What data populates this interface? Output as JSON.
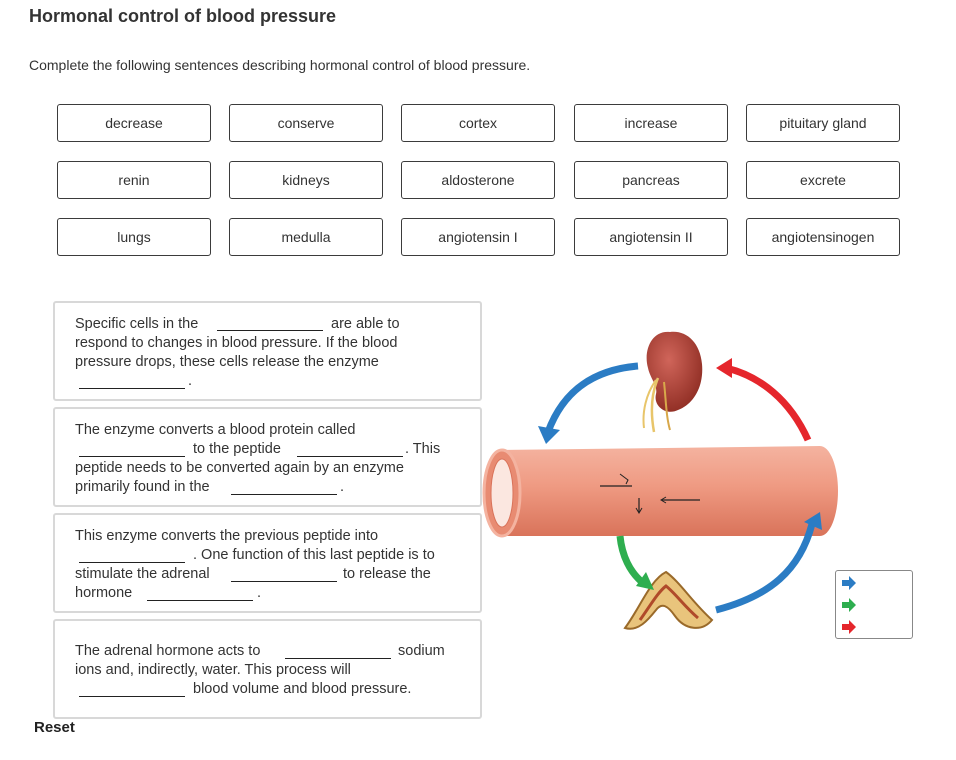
{
  "title": "Hormonal control of blood pressure",
  "instruction": "Complete the following sentences describing hormonal control of blood pressure.",
  "word_bank": [
    "decrease",
    "conserve",
    "cortex",
    "increase",
    "pituitary gland",
    "renin",
    "kidneys",
    "aldosterone",
    "pancreas",
    "excrete",
    "lungs",
    "medulla",
    "angiotensin I",
    "angiotensin II",
    "angiotensinogen"
  ],
  "cards": {
    "c1": {
      "l1a": "Specific cells in the",
      "l1b": "are able to",
      "l2": "respond to changes in blood pressure. If the blood",
      "l3": "pressure drops, these cells release the enzyme",
      "l4": "."
    },
    "c2": {
      "l1": "The enzyme converts a blood protein called",
      "l2a": "to the peptide",
      "l2b": ". This",
      "l3": "peptide needs to be converted again by an enzyme",
      "l4a": "primarily found in the",
      "l4b": "."
    },
    "c3": {
      "l1": "This enzyme converts the previous peptide into",
      "l2": ". One function of this last peptide  is to",
      "l3a": "stimulate the adrenal",
      "l3b": "to release the",
      "l4a": "hormone",
      "l4b": "."
    },
    "c4": {
      "l1a": "The adrenal hormone acts to",
      "l1b": "sodium",
      "l2": "ions and, indirectly, water. This process will",
      "l3": "blood volume and blood pressure."
    }
  },
  "reset_label": "Reset",
  "colors": {
    "blue_arrow": "#2b7cc4",
    "red_arrow": "#e5262c",
    "green_arrow": "#2eae4f",
    "vessel": "#ef9a82"
  },
  "legend": {
    "icons": [
      "blue-arrow-icon",
      "green-arrow-icon",
      "red-arrow-icon"
    ]
  }
}
